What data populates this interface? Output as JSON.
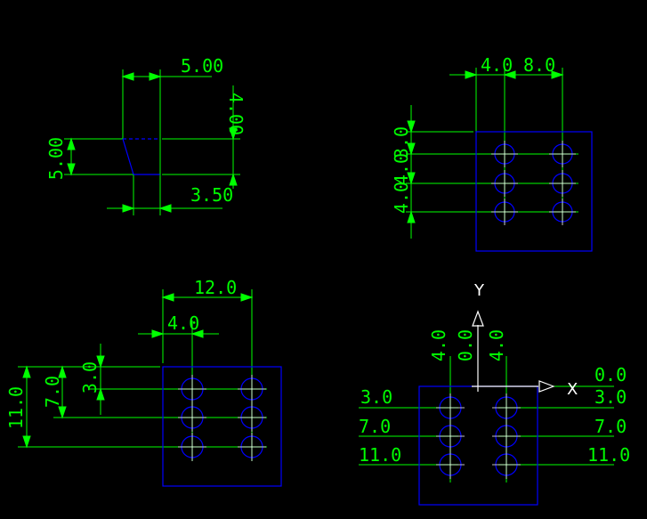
{
  "colors": {
    "background": "#000000",
    "dimension": "#00ff00",
    "geometry": "#0000ff",
    "centerline": "#ffffff",
    "axis": "#ffffff"
  },
  "view_top_left": {
    "dim_top": "5.00",
    "dim_right": "4.00",
    "dim_left": "5.00",
    "dim_bottom": "3.50"
  },
  "view_top_right": {
    "dim_h1": "4.0",
    "dim_h2": "8.0",
    "dim_v1": "3.0",
    "dim_v2": "4.0",
    "dim_v3": "4.0"
  },
  "view_bottom_left": {
    "dim_h_total": "12.0",
    "dim_h1": "4.0",
    "dim_v_small": "3.0",
    "dim_v_mid": "7.0",
    "dim_v_total": "11.0"
  },
  "view_bottom_right": {
    "axis_y": "Y",
    "axis_x": "X",
    "top_left": "4.0",
    "top_mid": "0.0",
    "top_right": "4.0",
    "left_1": "3.0",
    "left_2": "7.0",
    "left_3": "11.0",
    "right_0": "0.0",
    "right_1": "3.0",
    "right_2": "7.0",
    "right_3": "11.0"
  }
}
